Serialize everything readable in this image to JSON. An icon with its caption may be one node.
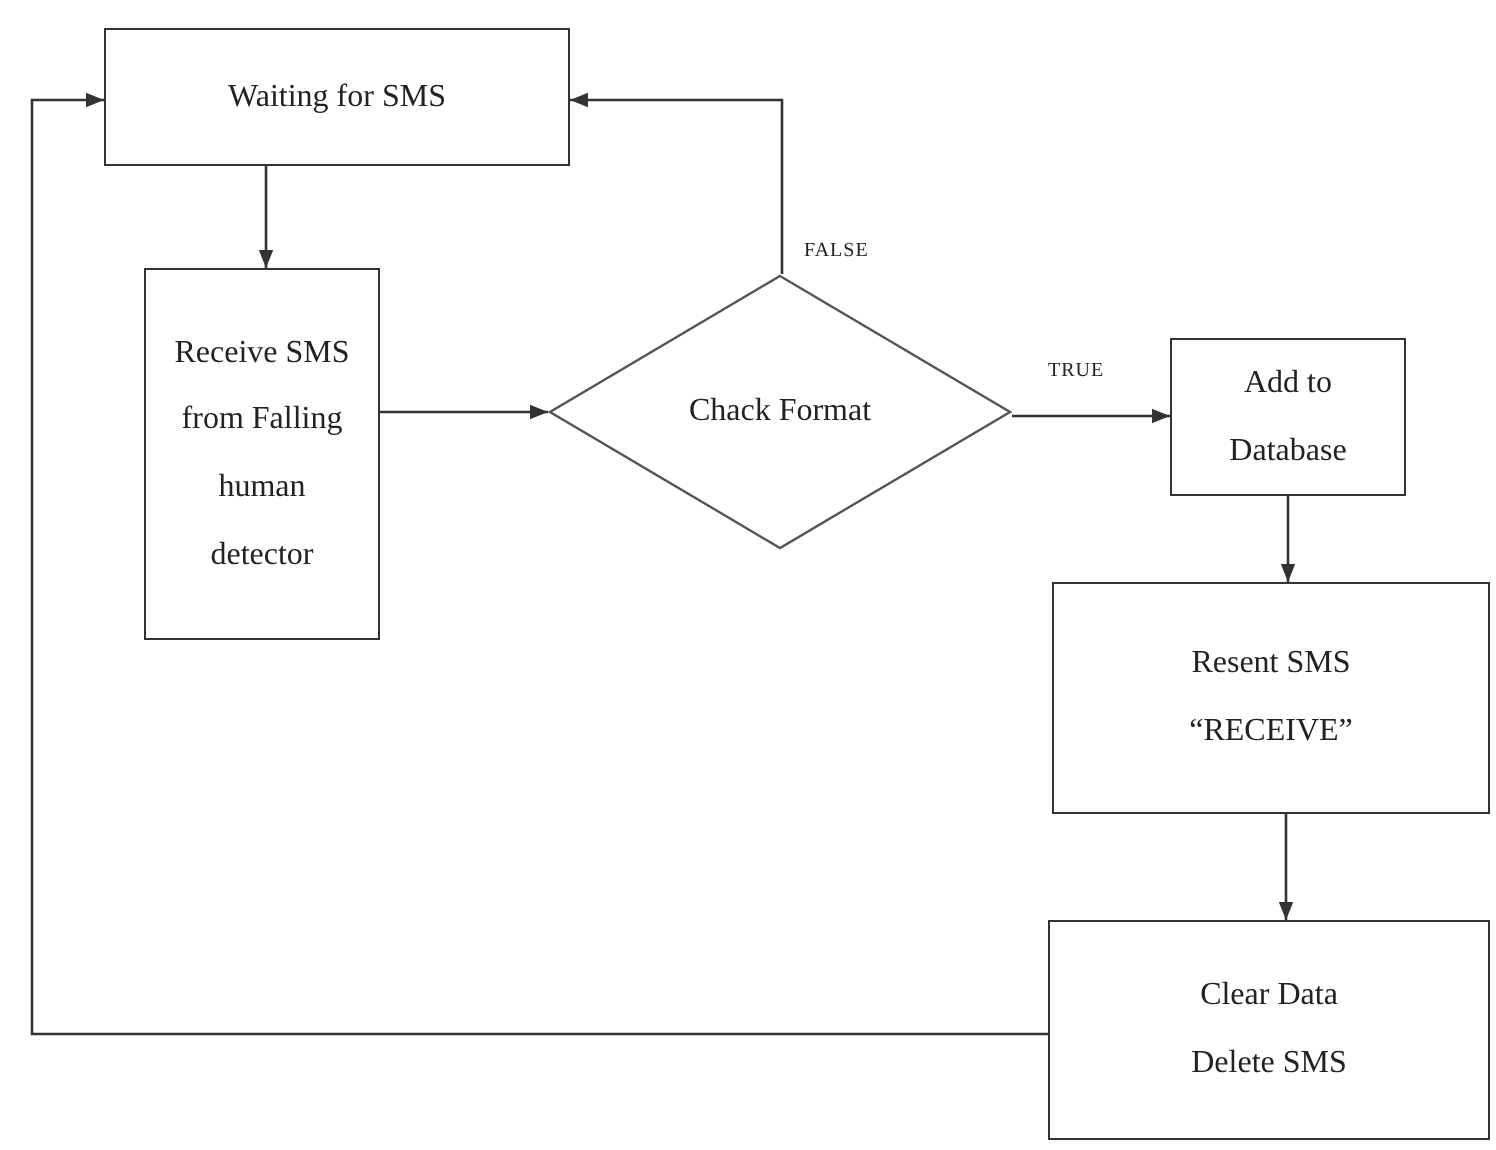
{
  "diagram": {
    "nodes": [
      {
        "text": [
          "Waiting for SMS"
        ]
      },
      {
        "text": [
          "Receive SMS from Falling human detector"
        ]
      },
      {
        "text": [
          "Chack Format"
        ]
      },
      {
        "text": [
          "Add to Database"
        ]
      },
      {
        "text": [
          "Resent SMS",
          "“RECEIVE”"
        ]
      },
      {
        "text": [
          "Clear Data",
          "Delete SMS"
        ]
      }
    ],
    "edges": [
      {
        "from": 0,
        "to": 1,
        "arrow": "to"
      },
      {
        "from": 1,
        "to": 2,
        "arrow": "to"
      },
      {
        "from": 2,
        "to": 3,
        "arrow": "to",
        "label": "TRUE"
      },
      {
        "from": 2,
        "to": 0,
        "arrow": "to",
        "label": "FALSE"
      },
      {
        "from": 3,
        "to": 4,
        "arrow": "to"
      },
      {
        "from": 4,
        "to": 5,
        "arrow": "to"
      },
      {
        "from": 5,
        "to": 0,
        "arrow": "to"
      }
    ]
  }
}
